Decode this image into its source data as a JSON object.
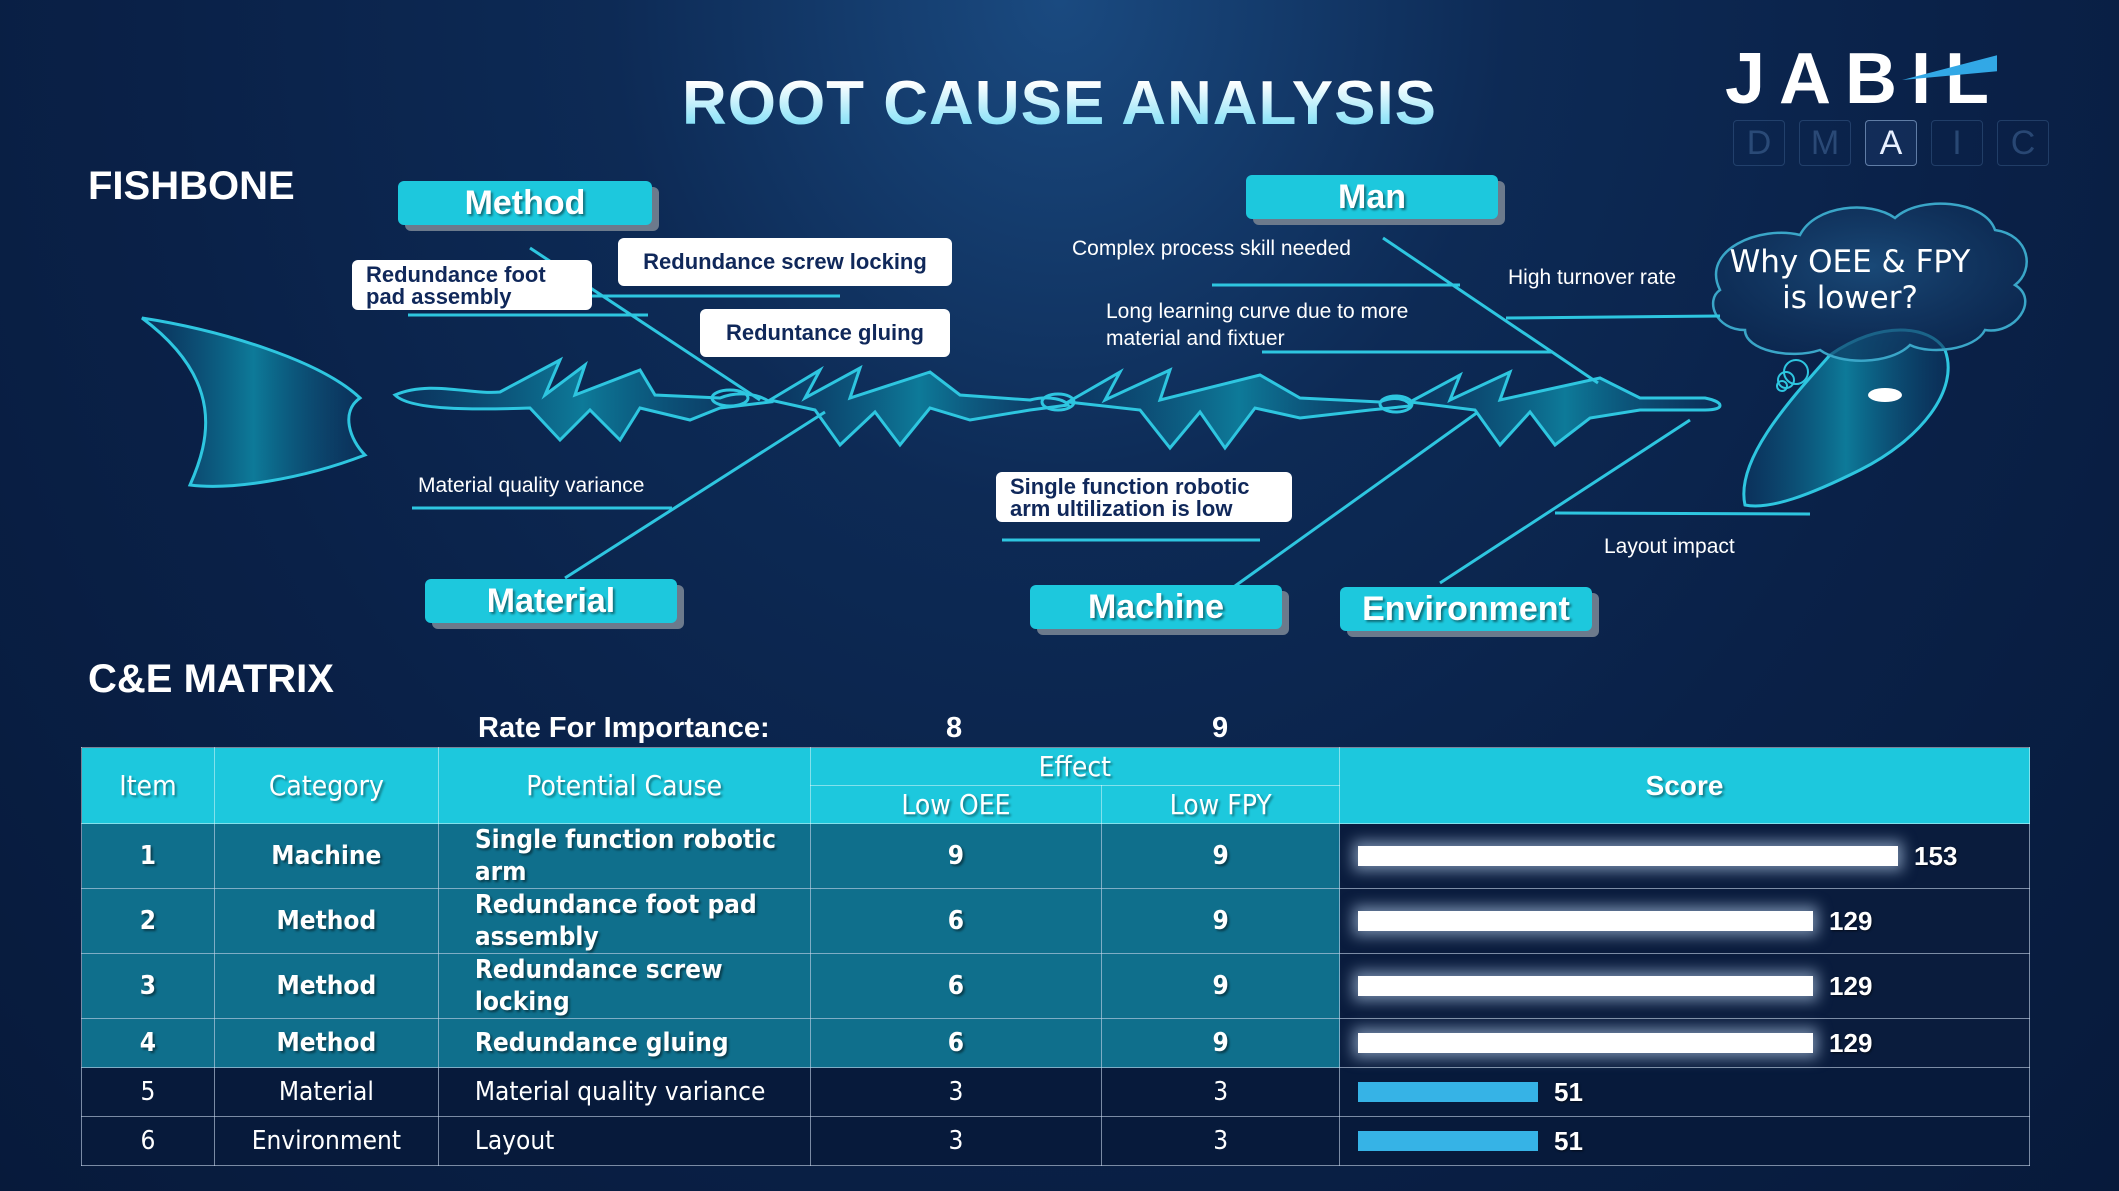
{
  "header": {
    "title": "ROOT CAUSE ANALYSIS",
    "logo": {
      "brand": "JABIL",
      "dmaic": [
        "D",
        "M",
        "A",
        "I",
        "C"
      ],
      "active_phase": "A"
    }
  },
  "fishbone": {
    "heading": "FISHBONE",
    "problem": "Why OEE & FPY is lower?",
    "categories": {
      "method": {
        "label": "Method",
        "causes": [
          "Redundance foot pad assembly",
          "Redundance screw locking",
          "Reduntance gluing"
        ]
      },
      "man": {
        "label": "Man",
        "causes": [
          "Complex process skill needed",
          "Long learning curve due to more material and fixtuer",
          "High turnover rate"
        ]
      },
      "material": {
        "label": "Material",
        "causes": [
          "Material quality variance"
        ]
      },
      "machine": {
        "label": "Machine",
        "causes": [
          "Single function robotic arm ultilization is low"
        ]
      },
      "environment": {
        "label": "Environment",
        "causes": [
          "Layout impact"
        ]
      }
    }
  },
  "matrix": {
    "heading": "C&E MATRIX",
    "rate_label": "Rate For Importance:",
    "rate_oee": "8",
    "rate_fpy": "9",
    "columns": {
      "item": "Item",
      "category": "Category",
      "cause": "Potential Cause",
      "effect": "Effect",
      "low_oee": "Low OEE",
      "low_fpy": "Low FPY",
      "score": "Score"
    },
    "max_score": 153,
    "rows": [
      {
        "item": "1",
        "category": "Machine",
        "cause": "Single function robotic arm",
        "oee": "9",
        "fpy": "9",
        "score": 153,
        "highlight": true
      },
      {
        "item": "2",
        "category": "Method",
        "cause": "Redundance foot pad assembly",
        "oee": "6",
        "fpy": "9",
        "score": 129,
        "highlight": true
      },
      {
        "item": "3",
        "category": "Method",
        "cause": "Redundance screw locking",
        "oee": "6",
        "fpy": "9",
        "score": 129,
        "highlight": true
      },
      {
        "item": "4",
        "category": "Method",
        "cause": "Redundance gluing",
        "oee": "6",
        "fpy": "9",
        "score": 129,
        "highlight": true
      },
      {
        "item": "5",
        "category": "Material",
        "cause": "Material quality variance",
        "oee": "3",
        "fpy": "3",
        "score": 51,
        "highlight": false
      },
      {
        "item": "6",
        "category": "Environment",
        "cause": "Layout",
        "oee": "3",
        "fpy": "3",
        "score": 51,
        "highlight": false
      }
    ]
  },
  "colors": {
    "accent_cyan": "#1dc8dd",
    "highlight_row": "#0f6f8c",
    "low_bar": "#36b3e6",
    "high_bar": "#ffffff",
    "cause_box_text": "#10285a"
  }
}
